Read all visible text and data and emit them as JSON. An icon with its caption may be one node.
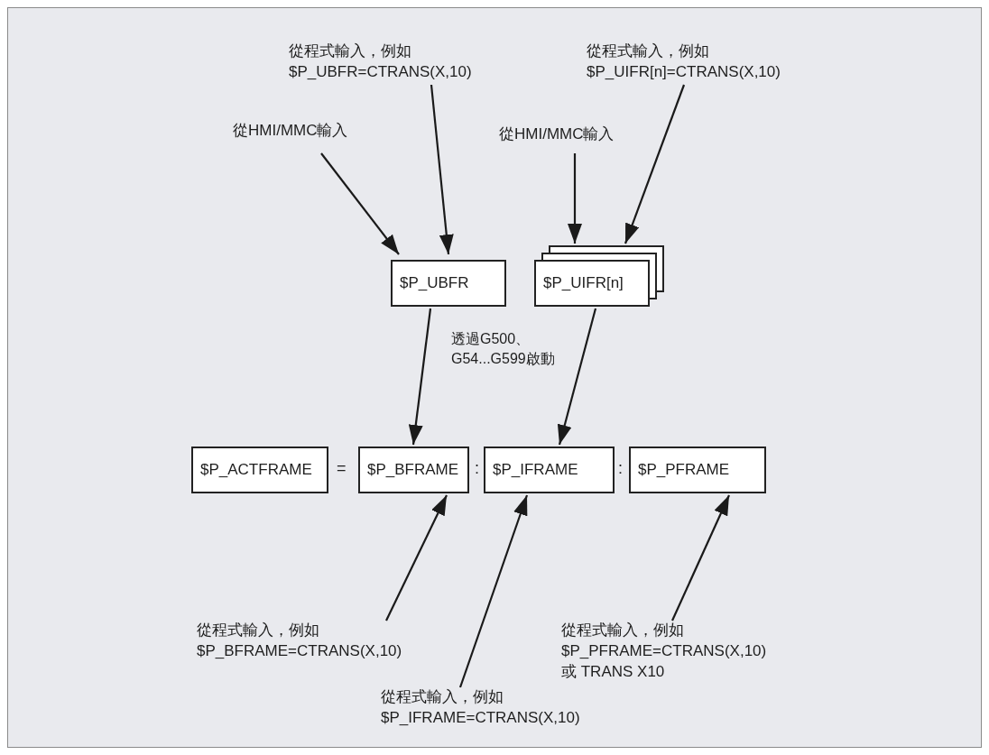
{
  "diagram": {
    "nodes": [
      {
        "text": [
          "從HMI/MMC輸入"
        ]
      },
      {
        "text": [
          "從程式輸入，例如",
          "$P_UBFR=CTRANS(X,10)"
        ]
      },
      {
        "text": [
          "從HMI/MMC輸入"
        ]
      },
      {
        "text": [
          "從程式輸入，例如",
          "$P_UIFR[n]=CTRANS(X,10)"
        ]
      },
      {
        "text": [
          "$P_UBFR"
        ]
      },
      {
        "text": [
          "$P_UIFR[n]"
        ]
      },
      {
        "text": [
          "$P_ACTFRAME"
        ]
      },
      {
        "text": [
          "$P_BFRAME"
        ]
      },
      {
        "text": [
          "$P_IFRAME"
        ]
      },
      {
        "text": [
          "$P_PFRAME"
        ]
      },
      {
        "text": [
          "從程式輸入，例如",
          "$P_BFRAME=CTRANS(X,10)"
        ]
      },
      {
        "text": [
          "從程式輸入，例如",
          "$P_IFRAME=CTRANS(X,10)"
        ]
      },
      {
        "text": [
          "從程式輸入，例如",
          "$P_PFRAME=CTRANS(X,10)",
          "或 TRANS X10"
        ]
      }
    ],
    "edges": [
      {
        "from": 0,
        "to": 4,
        "arrow": "to"
      },
      {
        "from": 1,
        "to": 4,
        "arrow": "to"
      },
      {
        "from": 2,
        "to": 5,
        "arrow": "to"
      },
      {
        "from": 3,
        "to": 5,
        "arrow": "to"
      },
      {
        "from": 4,
        "to": 7,
        "arrow": "to",
        "label": "透過G500、G54...G599啟動"
      },
      {
        "from": 5,
        "to": 8,
        "arrow": "to"
      },
      {
        "from": 10,
        "to": 7,
        "arrow": "to"
      },
      {
        "from": 11,
        "to": 8,
        "arrow": "to"
      },
      {
        "from": 12,
        "to": 9,
        "arrow": "to"
      }
    ],
    "labels": [
      "=",
      ":",
      ":"
    ]
  }
}
